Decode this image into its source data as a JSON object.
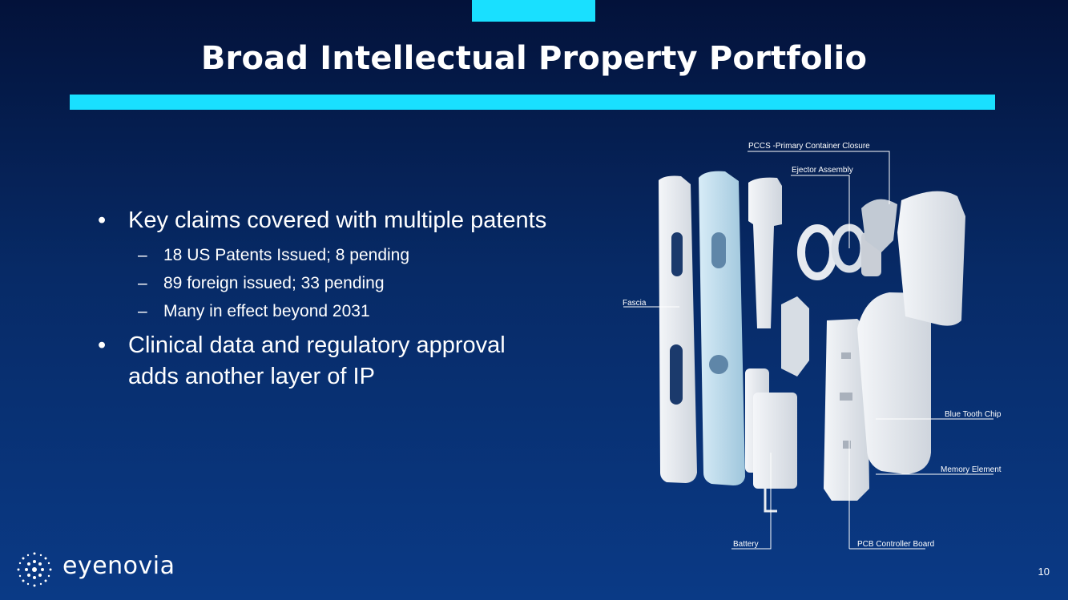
{
  "slide": {
    "title": "Broad Intellectual Property Portfolio",
    "page_number": "10"
  },
  "bullets": [
    {
      "text": "Key claims covered with multiple patents",
      "sub": [
        "18 US Patents Issued; 8 pending",
        "89 foreign issued; 33 pending",
        "Many in effect beyond 2031"
      ]
    },
    {
      "line1": "Clinical data and regulatory approval",
      "line2": "adds another layer of IP"
    }
  ],
  "bullet_glyph": "•",
  "dash_glyph": "–",
  "device": {
    "callouts": {
      "pccs": "PCCS -Primary Container Closure",
      "ejector": "Ejector Assembly",
      "fascia": "Fascia",
      "bluetooth": "Blue Tooth Chip",
      "memory": "Memory Element",
      "battery": "Battery",
      "pcb": "PCB Controller Board"
    }
  },
  "logo": {
    "text": "eyenovia",
    "icon": "dotted-burst-icon"
  },
  "colors": {
    "accent": "#19e0ff",
    "background_top": "#03123a",
    "background_bottom": "#0a3a86"
  }
}
